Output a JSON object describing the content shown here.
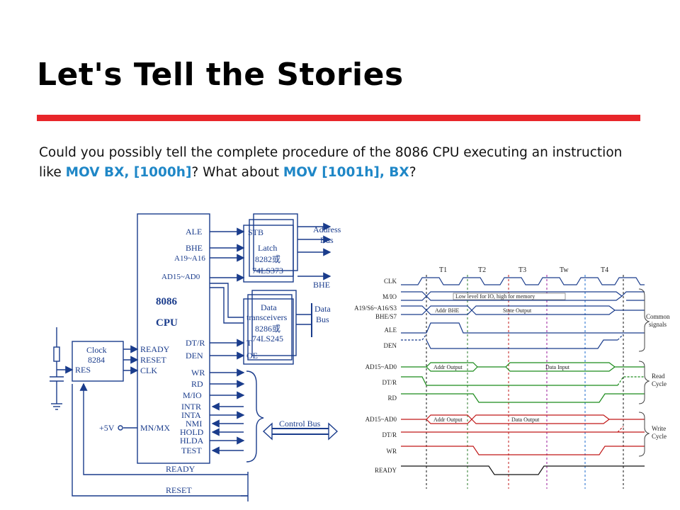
{
  "slide": {
    "title": "Let's Tell the Stories",
    "question": {
      "p1": "Could you possibly tell the complete procedure of the 8086 CPU executing an instruction like ",
      "h1": "MOV BX, [1000h]",
      "p2": "? What about ",
      "h2": "MOV [1001h], BX",
      "p3": "?"
    },
    "accent_color": "#e8262a",
    "highlight_color": "#1f87c7"
  },
  "block_diagram": {
    "cpu": {
      "name": "8086",
      "sub": "CPU"
    },
    "cpu_pins_left": [
      "READY",
      "RESET",
      "CLK",
      "MN/MX"
    ],
    "cpu_pins_top": [
      "ALE",
      "BHE",
      "A19~A16",
      "AD15~AD0"
    ],
    "cpu_pins_right": [
      "DT/R",
      "DEN",
      "WR",
      "RD",
      "M/IO",
      "INTR",
      "INTA",
      "NMI",
      "HOLD",
      "HLDA",
      "TEST"
    ],
    "latch": {
      "stb": "STB",
      "l1": "Latch",
      "l2": "8282或",
      "l3": "74LS373"
    },
    "transceiver": {
      "l1": "Data",
      "l2": "transceivers",
      "l3": "8286或",
      "l4": "74LS245",
      "t": "T",
      "oe": "OE"
    },
    "clock": {
      "l1": "Clock",
      "l2": "8284",
      "res": "RES"
    },
    "labels": {
      "address_bus": "Address\nBus",
      "bhe_out": "BHE",
      "data_bus": "Data\nBus",
      "control_bus": "Control Bus",
      "plus5v": "+5V",
      "ready": "READY",
      "reset": "RESET"
    }
  },
  "timing_diagram": {
    "states": [
      "T1",
      "T2",
      "T3",
      "Tw",
      "T4"
    ],
    "signals": [
      "CLK",
      "M/IO",
      "A19/S6~A16/S3",
      "BHE/S7",
      "ALE",
      "DEN",
      "AD15~AD0",
      "DT/R",
      "RD",
      "AD15~AD0",
      "DT/R",
      "WR",
      "READY"
    ],
    "texts": {
      "mio": "Low level for IO, high for memory",
      "addr_bhe": "Addr BHE",
      "state_output": "State Output",
      "addr_output": "Addr Output",
      "data_input": "Data Input",
      "data_output": "Data Output"
    },
    "groups": [
      "Common\nsignals",
      "Read\nCycle",
      "Write\nCycle"
    ]
  }
}
